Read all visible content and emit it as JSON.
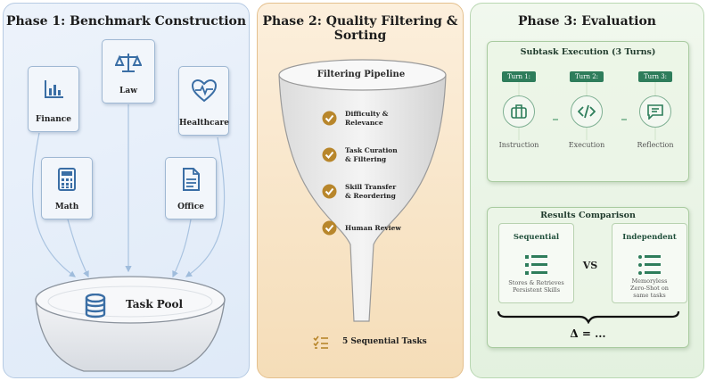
{
  "phase1": {
    "title": "Phase 1: Benchmark Construction",
    "domains": [
      {
        "label": "Finance",
        "icon": "bar-chart-icon"
      },
      {
        "label": "Law",
        "icon": "scales-icon"
      },
      {
        "label": "Healthcare",
        "icon": "heartbeat-icon"
      },
      {
        "label": "Math",
        "icon": "calculator-icon"
      },
      {
        "label": "Office",
        "icon": "document-icon"
      }
    ],
    "pool_label": "Task Pool"
  },
  "phase2": {
    "title": "Phase 2: Quality Filtering & Sorting",
    "pipeline_title": "Filtering Pipeline",
    "steps": [
      {
        "line1": "Difficulty &",
        "line2": "Relevance"
      },
      {
        "line1": "Task Curation",
        "line2": "& Filtering"
      },
      {
        "line1": "Skill Transfer",
        "line2": "& Reordering"
      },
      {
        "line1": "Human Review",
        "line2": ""
      }
    ],
    "output_label": "5 Sequential Tasks"
  },
  "phase3": {
    "title": "Phase 3: Evaluation",
    "subtask_title": "Subtask Execution (3 Turns)",
    "turns": [
      {
        "badge": "Turn 1:",
        "caption": "Instruction",
        "icon": "briefcase-icon"
      },
      {
        "badge": "Turn 2:",
        "caption": "Execution",
        "icon": "code-icon"
      },
      {
        "badge": "Turn 3:",
        "caption": "Reflection",
        "icon": "chat-icon"
      }
    ],
    "results_title": "Results Comparison",
    "sequential": {
      "title": "Sequential",
      "line1": "Stores & Retrieves",
      "line2": "Persistent Skills"
    },
    "vs": "VS",
    "independent": {
      "title": "Independent",
      "line1": "Memoryless",
      "line2": "Zero-Shot on",
      "line3": "same tasks"
    },
    "delta": "Δ = ..."
  },
  "colors": {
    "blue": "#3a6ea5",
    "green": "#2e7d5b",
    "gold": "#b8862b"
  }
}
